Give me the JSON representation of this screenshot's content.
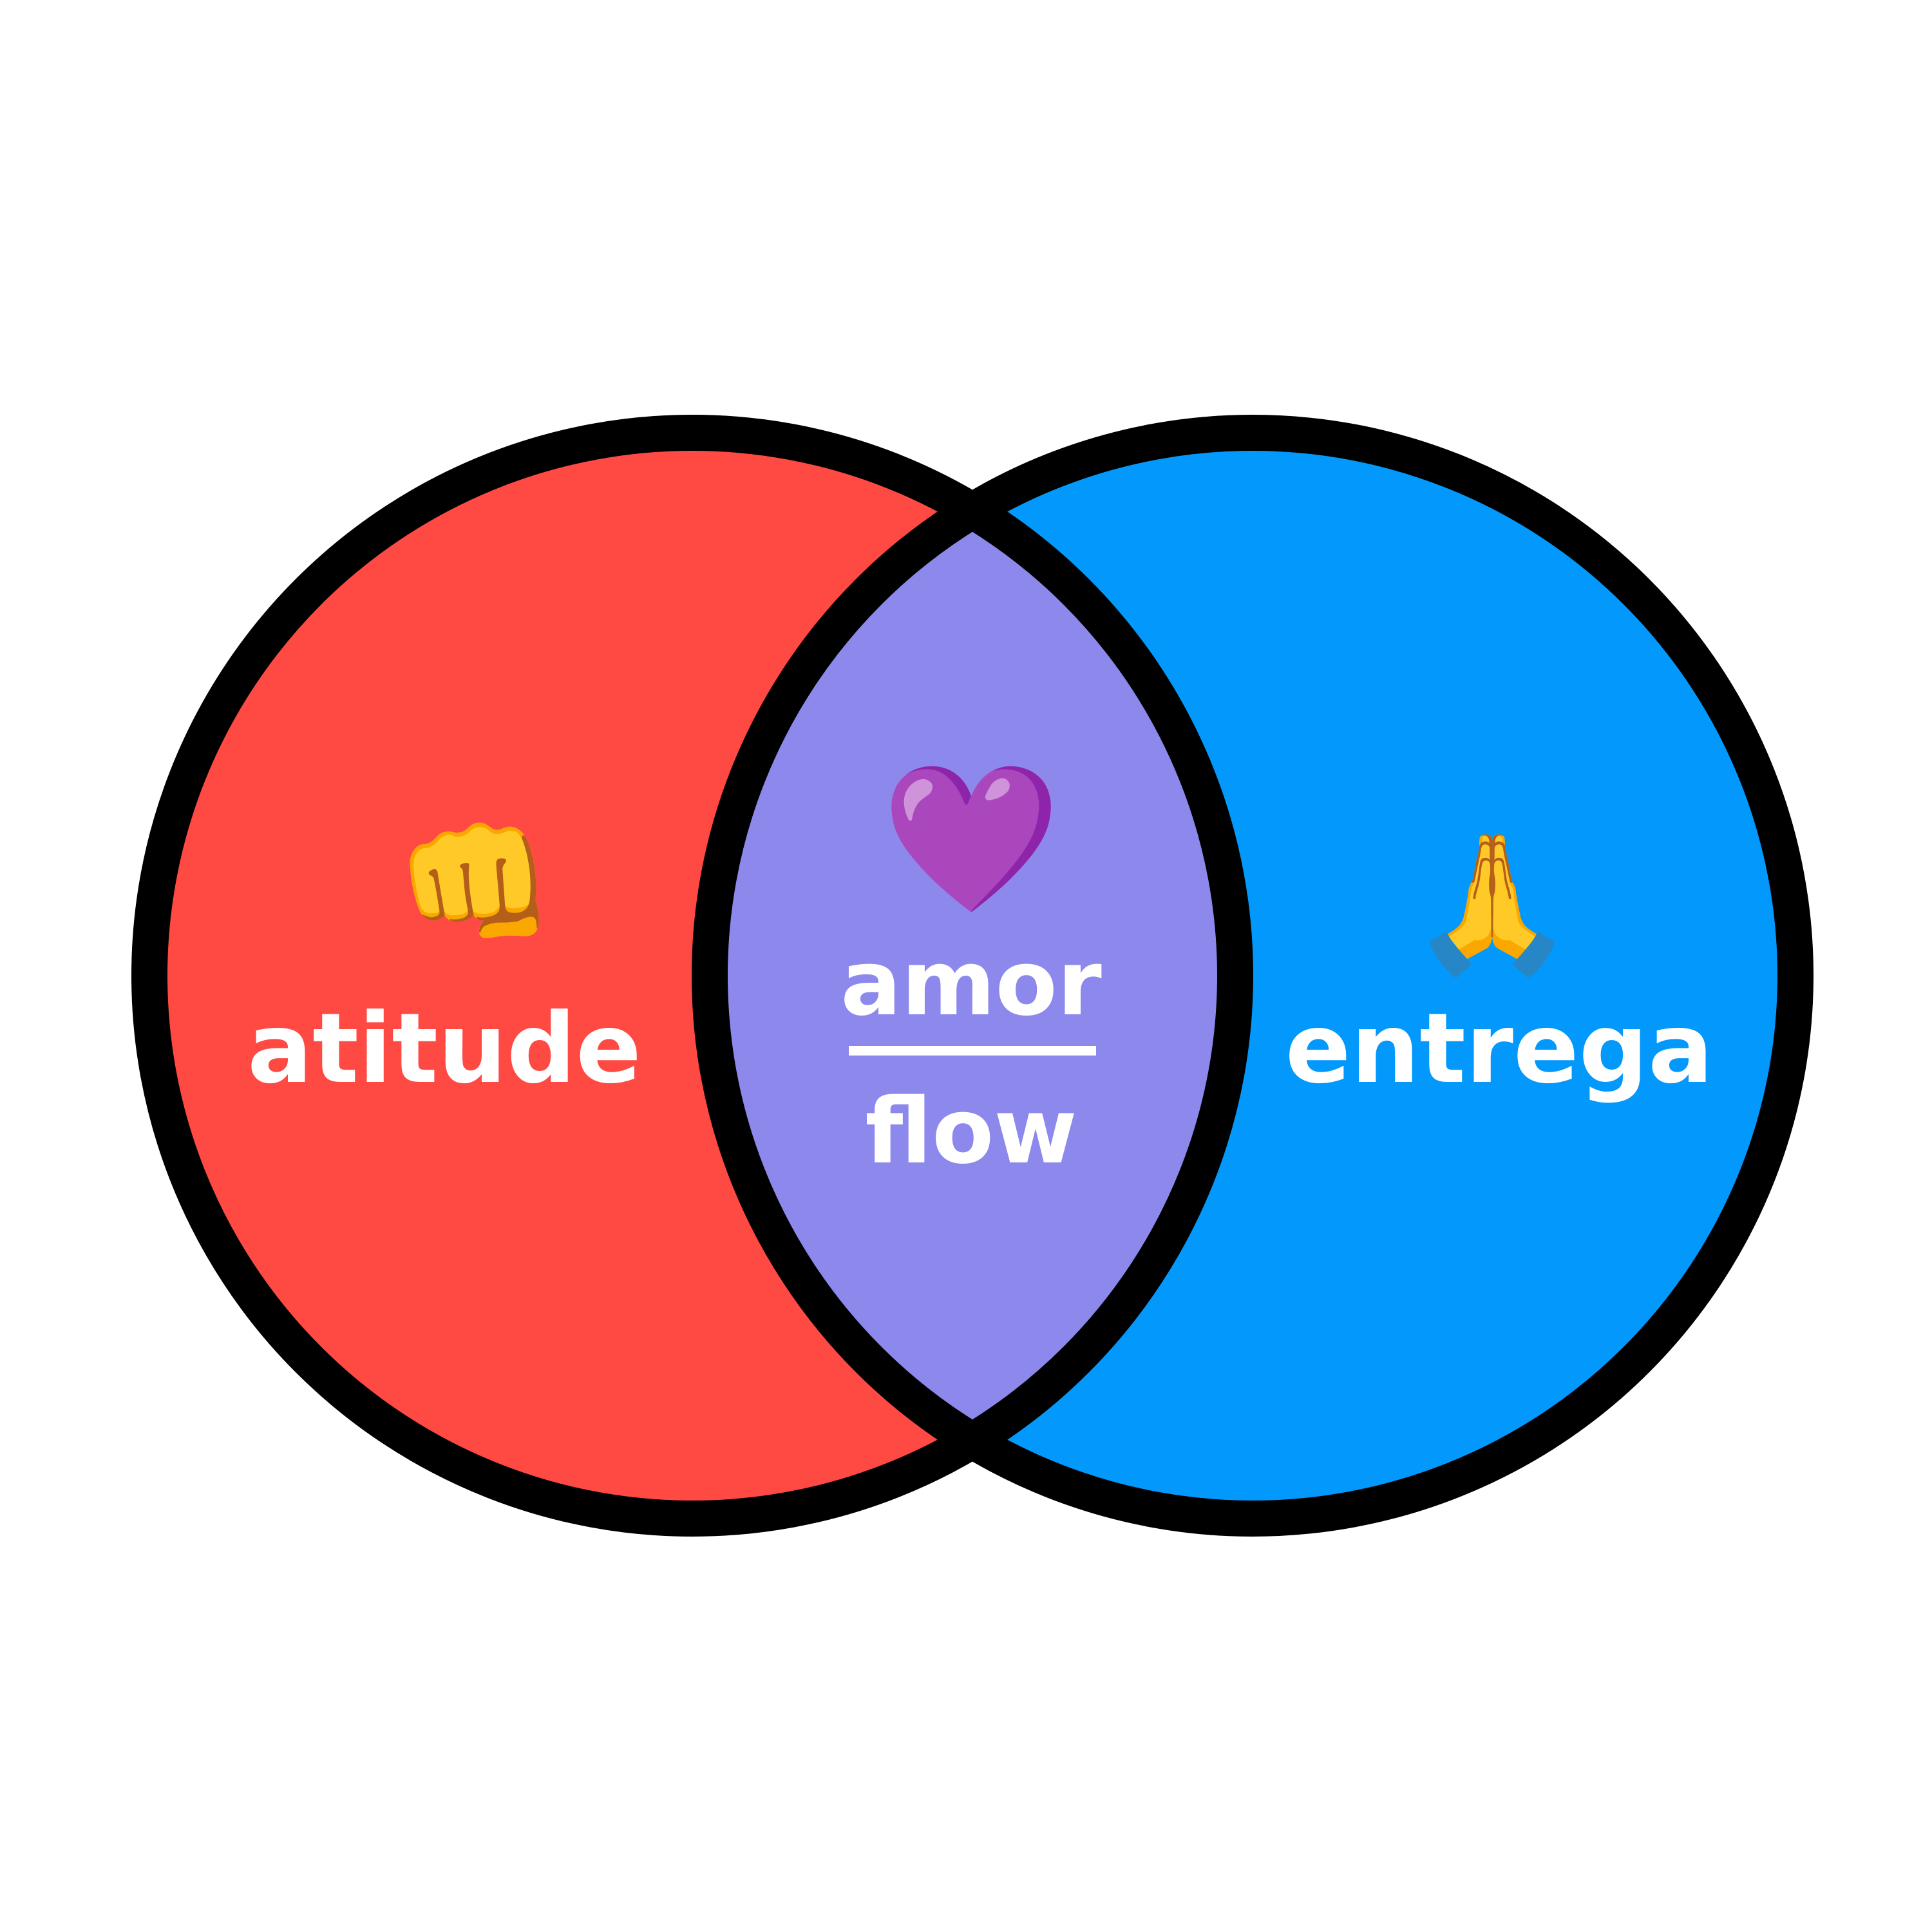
{
  "venn": {
    "left": {
      "label": "atitude",
      "icon": "oncoming-fist-icon",
      "glyph": "👊",
      "color": "#FF4A43"
    },
    "right": {
      "label": "entrega",
      "icon": "folded-hands-icon",
      "glyph": "🙏",
      "color": "#0399FC"
    },
    "intersection": {
      "top_label": "amor",
      "bottom_label": "flow",
      "icon": "purple-heart-icon",
      "glyph": "💜",
      "color": "#8D89EC"
    },
    "outline_color": "#000000"
  }
}
